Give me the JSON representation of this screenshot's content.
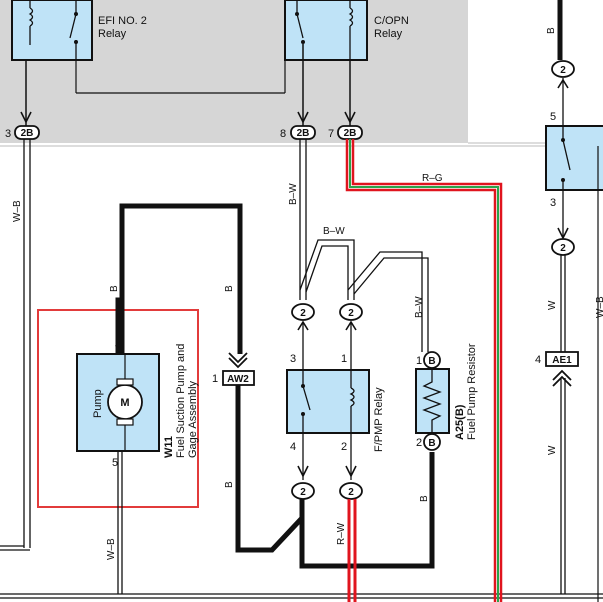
{
  "relays_top": {
    "efi2_label": "EFI NO. 2",
    "efi2_sub": "Relay",
    "copn_label": "C/OPN",
    "copn_sub": "Relay"
  },
  "connectors": {
    "c2b": "2B",
    "c2": "2",
    "cB": "B",
    "aw2": "AW2",
    "ae1": "AE1"
  },
  "pins": {
    "p1": "1",
    "p2": "2",
    "p3": "3",
    "p4": "4",
    "p5": "5",
    "p7": "7",
    "p8": "8"
  },
  "wire_colors": {
    "wb": "W–B",
    "b": "B",
    "bw": "B–W",
    "rg": "R–G",
    "rw": "R–W",
    "w": "W"
  },
  "fuel_pump": {
    "id": "W11",
    "name_line1": "Fuel Suction Pump and",
    "name_line2": "Gage Assembly",
    "pump_label": "Pump",
    "motor_symbol": "M"
  },
  "fpmp_relay": {
    "label": "F/PMP Relay"
  },
  "resistor": {
    "id": "A25(B)",
    "name": "Fuel Pump Resistor"
  },
  "colors": {
    "wire": "#111111",
    "red": "#e0141e",
    "green": "#2aa34a",
    "highlight": "#e23b3b",
    "component_fill": "#bfe3f7",
    "grey_panel": "#d6d6d6"
  }
}
